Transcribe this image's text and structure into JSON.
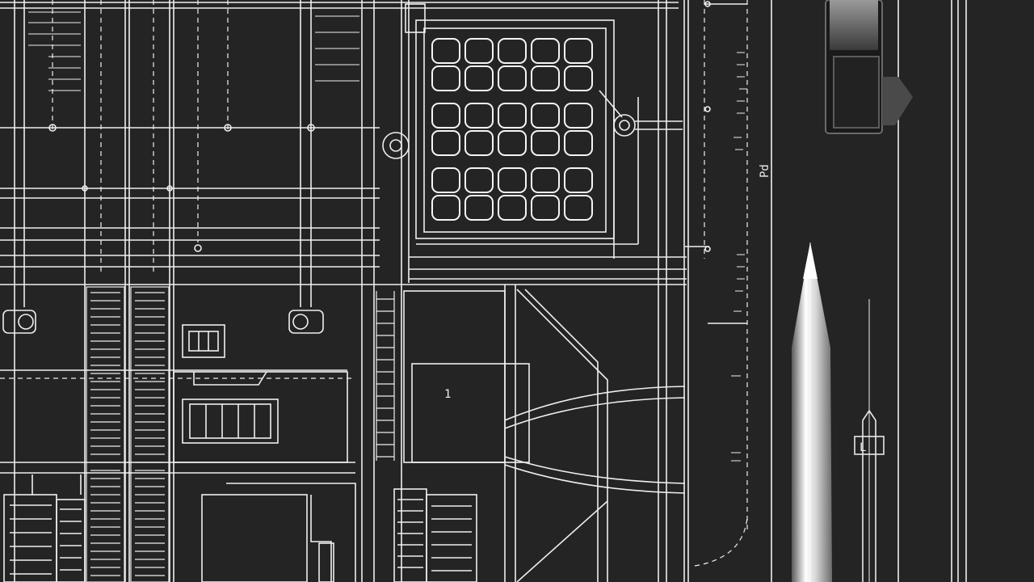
{
  "scene": {
    "background_color": "#242424",
    "line_color": "#f2f2f2",
    "dim_line_color": "#cfcfcf",
    "pencil_highlight": "#ffffff",
    "pencil_shadow": "#8a8a8a",
    "markings": [
      {
        "id": "mark-a",
        "text": "Pd"
      },
      {
        "id": "mark-b",
        "text": "L"
      },
      {
        "id": "mark-c",
        "text": "1"
      }
    ]
  }
}
